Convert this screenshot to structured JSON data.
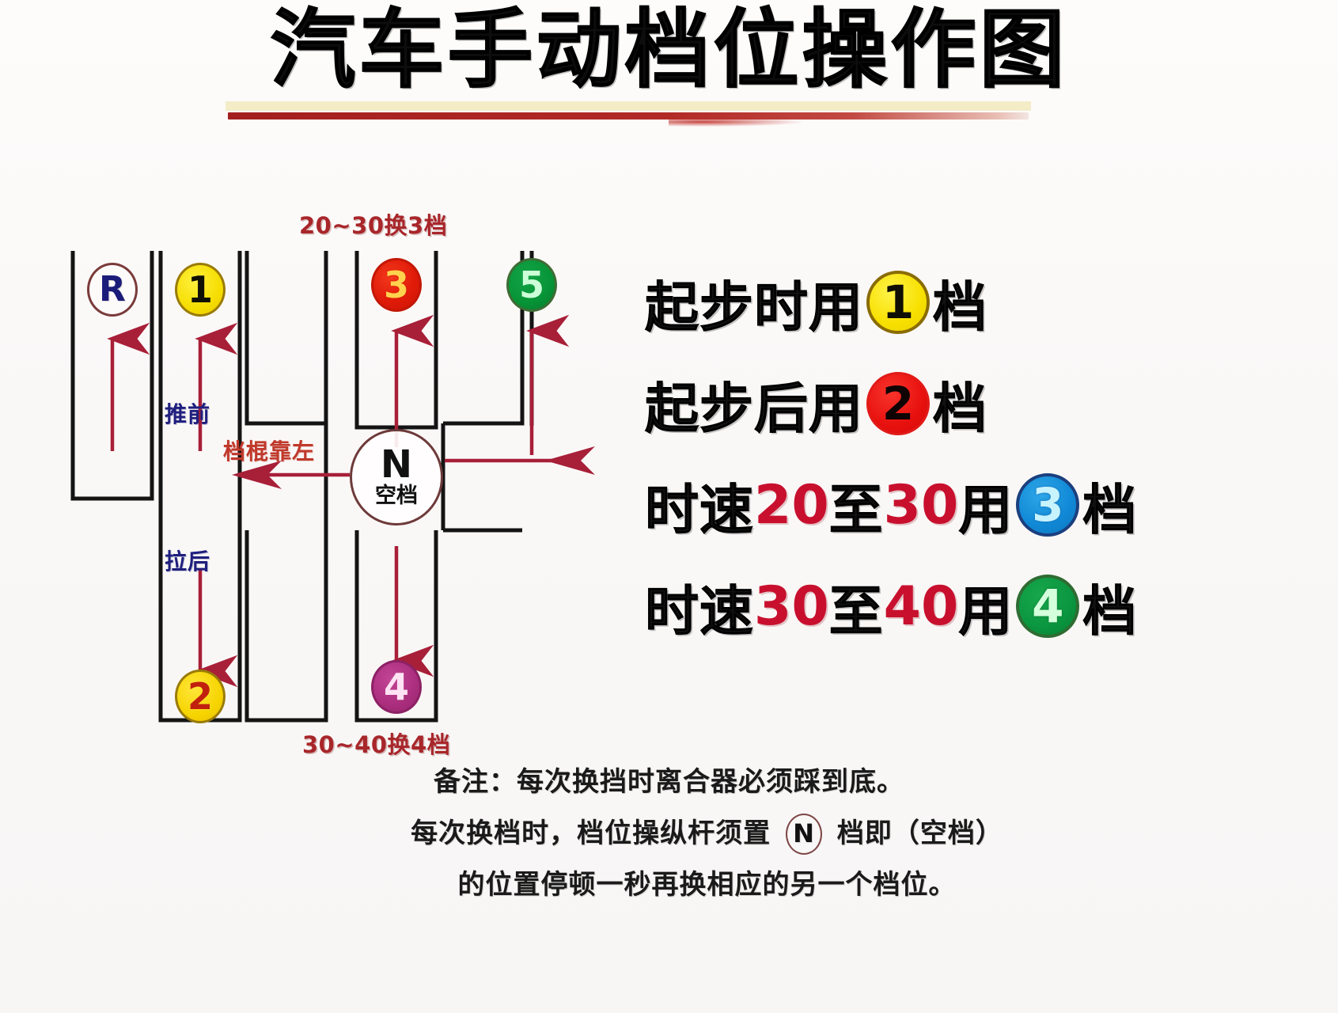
{
  "header": {
    "title": "汽车手动档位操作图"
  },
  "diagram": {
    "top_label": "20~30换3档",
    "bottom_label": "30~40换4档",
    "push_forward_label": "推前",
    "pull_back_label": "拉后",
    "stick_left_label": "档棍靠左",
    "neutral": {
      "letter": "N",
      "sub": "空档"
    },
    "gears": [
      {
        "id": "R",
        "label": "R",
        "color": "#1b1b7a",
        "fill": "#fdfafa"
      },
      {
        "id": "1",
        "label": "1",
        "color": "#100f04",
        "fill": "#f5dd00"
      },
      {
        "id": "2",
        "label": "2",
        "color": "#c1200e",
        "fill": "#f6d400"
      },
      {
        "id": "3",
        "label": "3",
        "color": "#ffd24d",
        "fill": "#e01b09"
      },
      {
        "id": "4",
        "label": "4",
        "color": "#ffe2f3",
        "fill": "#ab2f7e"
      },
      {
        "id": "5",
        "label": "5",
        "color": "#ccffd8",
        "fill": "#079437"
      }
    ]
  },
  "rules": [
    {
      "pre": "起步时用",
      "badge": "1",
      "post": "档",
      "badge_color": "#f7e000",
      "num_a": "",
      "mid": "",
      "num_b": ""
    },
    {
      "pre": "起步后用",
      "badge": "2",
      "post": "档",
      "badge_color": "#e8120f",
      "num_a": "",
      "mid": "",
      "num_b": ""
    },
    {
      "pre": "时速",
      "num_a": "20",
      "mid": "至",
      "num_b": "30",
      "pre2": "用",
      "badge": "3",
      "post": "档",
      "badge_color": "#1189d6"
    },
    {
      "pre": "时速",
      "num_a": "30",
      "mid": "至",
      "num_b": "40",
      "pre2": "用",
      "badge": "4",
      "post": "档",
      "badge_color": "#0b9640"
    }
  ],
  "notes": {
    "line1": "备注：每次换挡时离合器必须踩到底。",
    "line2_a": "每次换档时，档位操纵杆须置",
    "line2_badge": "N",
    "line2_b": "档即（空档）",
    "line3": "的位置停顿一秒再换相应的另一个档位。"
  },
  "colors": {
    "background": "#fbf9f8",
    "title_text": "#0d0d0d",
    "title_rule_cream": "#f3ecc7",
    "title_rule_red": "#b22a26",
    "gate_stroke": "#141414",
    "arrow_red": "#b01f3a",
    "blue_label": "#1f1f7e",
    "red_label": "#c0392b",
    "top_label": "#a8262a",
    "number_red": "#c8102e"
  }
}
